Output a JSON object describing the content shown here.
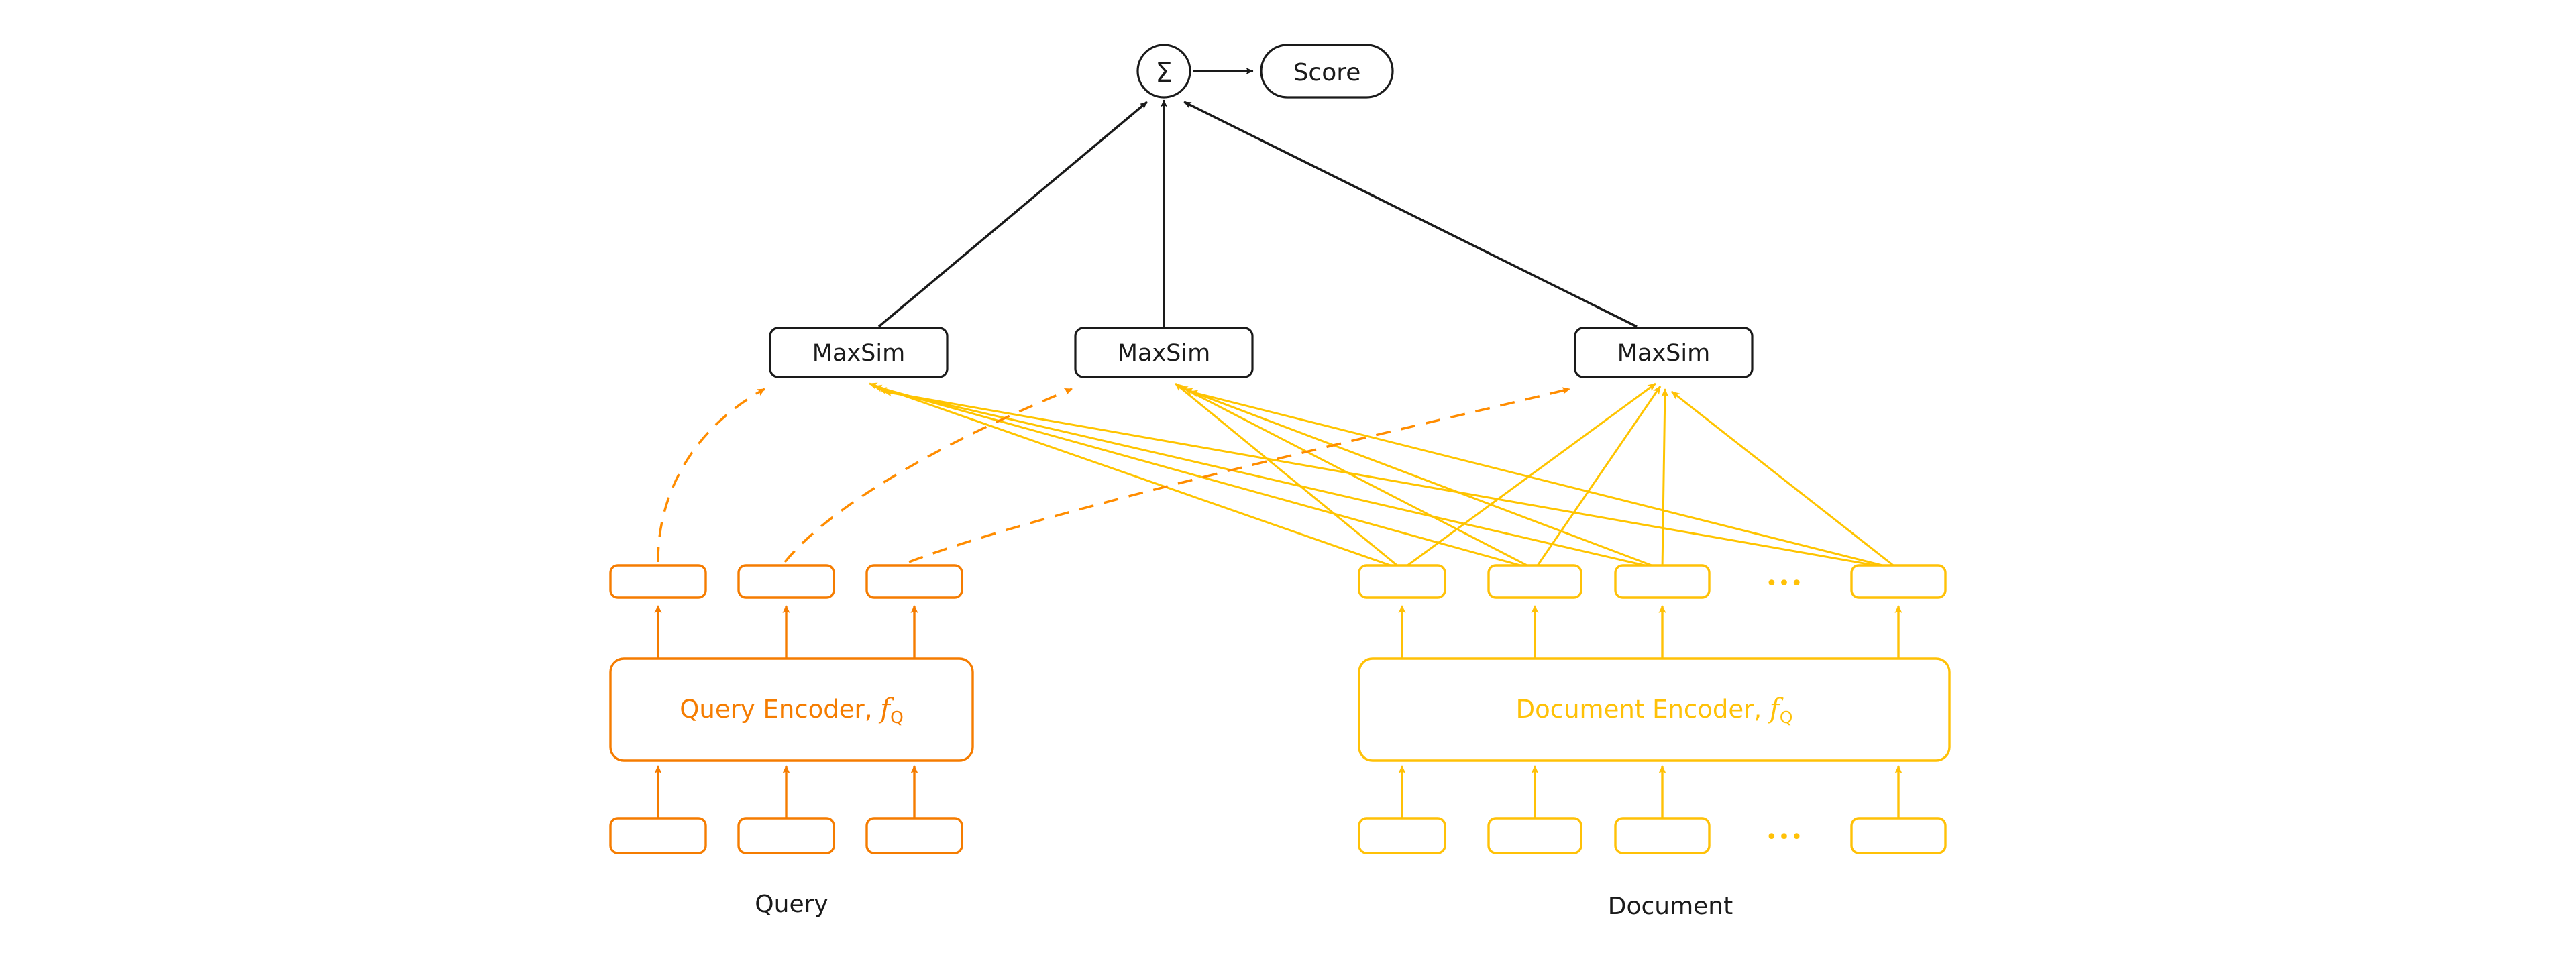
{
  "figure": {
    "type": "diagram",
    "subject": "late-interaction-retrieval-architecture",
    "background_color": "#ffffff"
  },
  "colors": {
    "black": "#1a1a1a",
    "query_orange": "#F57C00",
    "query_orange_light": "#FF8C00",
    "document_amber": "#FFC107",
    "document_amber_line": "#FFC400",
    "white": "#ffffff"
  },
  "top": {
    "aggregator": {
      "symbol": "Σ",
      "name": "sum-node"
    },
    "score": {
      "label": "Score"
    }
  },
  "maxsim": {
    "label": "MaxSim",
    "count": 3,
    "boxes": [
      {
        "label": "MaxSim"
      },
      {
        "label": "MaxSim"
      },
      {
        "label": "MaxSim"
      }
    ]
  },
  "query": {
    "caption": "Query",
    "encoder": {
      "prefix": "Query Encoder, ",
      "f": "f",
      "subscript": "Q",
      "full_label": "Query Encoder, f_Q"
    },
    "embedding_count": 3,
    "token_count": 3,
    "embeddings": [
      {
        "label": ""
      },
      {
        "label": ""
      },
      {
        "label": ""
      }
    ],
    "tokens": [
      {
        "label": ""
      },
      {
        "label": ""
      },
      {
        "label": ""
      }
    ]
  },
  "document": {
    "caption": "Document",
    "encoder": {
      "prefix": "Document Encoder, ",
      "f": "f",
      "subscript": "Q",
      "full_label": "Document Encoder, f_Q"
    },
    "embedding_count": 4,
    "token_count": 4,
    "ellipsis": "•••",
    "embeddings": [
      {
        "label": ""
      },
      {
        "label": ""
      },
      {
        "label": ""
      },
      {
        "label": ""
      }
    ],
    "tokens": [
      {
        "label": ""
      },
      {
        "label": ""
      },
      {
        "label": ""
      },
      {
        "label": ""
      }
    ]
  },
  "edges": {
    "query_to_maxsim_style": "dashed",
    "document_to_maxsim_style": "solid",
    "maxsim_to_sum_style": "solid",
    "sum_to_score_style": "solid"
  }
}
